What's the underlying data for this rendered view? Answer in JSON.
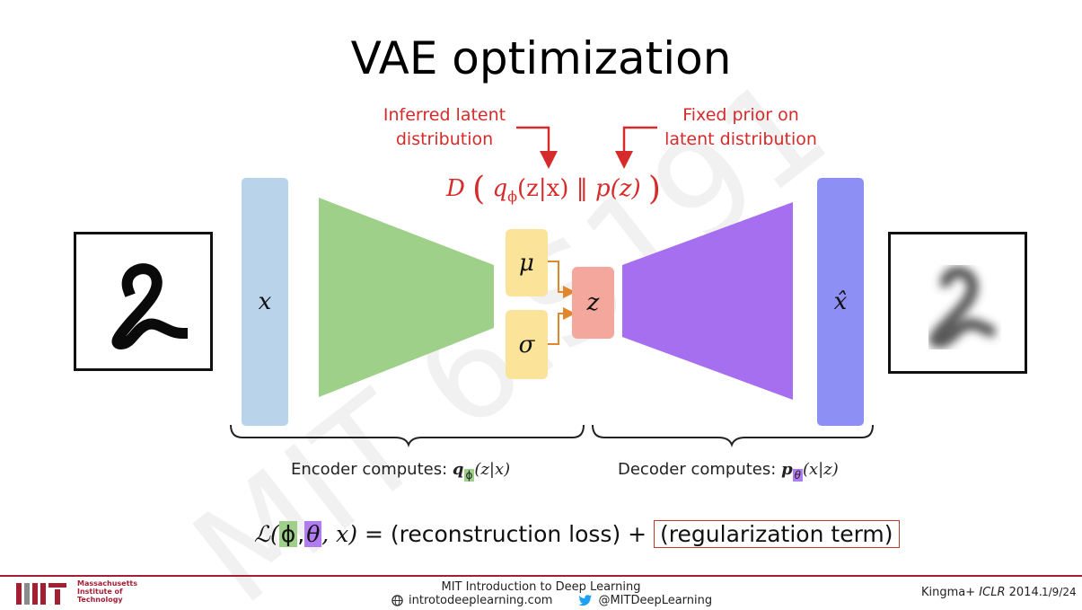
{
  "slide": {
    "title": "VAE optimization",
    "watermark": "MIT 6.S191",
    "annotations": {
      "inferred": [
        "Inferred latent",
        "distribution"
      ],
      "prior": [
        "Fixed prior on",
        "latent distribution"
      ]
    },
    "divergence": {
      "prefix": "D",
      "q_sym": "q",
      "q_sub": "ϕ",
      "q_args": "(z|x)",
      "separator": "‖",
      "p_term": "p(z)"
    },
    "nodes": {
      "x": "x",
      "mu": "μ",
      "sigma": "σ",
      "z": "z",
      "x_hat": "x̂"
    },
    "captions": {
      "encoder_prefix": "Encoder computes:",
      "encoder_sym": "q",
      "encoder_sub": "ϕ",
      "encoder_args": "(z|x)",
      "decoder_prefix": "Decoder computes:",
      "decoder_sym": "p",
      "decoder_sub": "θ",
      "decoder_args": "(x|z)"
    },
    "loss": {
      "lhs_start": "ℒ(",
      "phi": "ϕ",
      "comma1": ",",
      "theta": "θ",
      "lhs_end": ", x) =",
      "recon": "(reconstruction loss) +",
      "reg": "(regularization term)"
    },
    "colors": {
      "input_bar": "#b9d3ea",
      "encoder": "#9fd08a",
      "latent_params": "#fbe39a",
      "z_node": "#f4a79d",
      "decoder": "#a66ff0",
      "output_bar": "#8e8ff5",
      "annotation": "#d62b2b",
      "footer_rule": "#a31f34"
    }
  },
  "footer": {
    "logo_text": [
      "Massachusetts",
      "Institute of",
      "Technology"
    ],
    "course": "MIT Introduction to Deep Learning",
    "website": "introtodeeplearning.com",
    "twitter": "@MITDeepLearning",
    "citation_prefix": "Kingma+",
    "citation_venue": "ICLR",
    "citation_year": "2014.",
    "date": "1/9/24"
  }
}
